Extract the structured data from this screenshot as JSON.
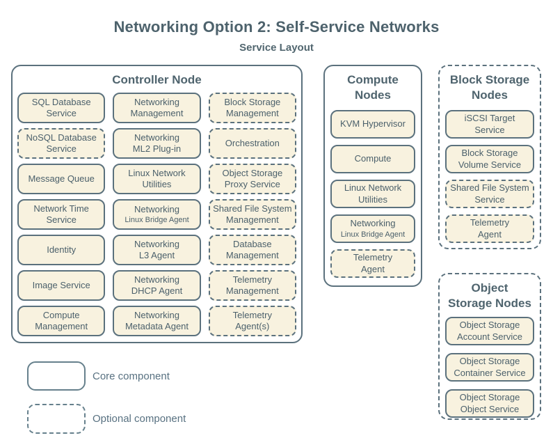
{
  "title": "Networking Option 2: Self-Service Networks",
  "subtitle": "Service Layout",
  "colors": {
    "background": "#ffffff",
    "box_fill": "#f8f2df",
    "line": "#5b717d",
    "text": "#4b606b",
    "heading": "#4f646e"
  },
  "legend": {
    "core_label": "Core component",
    "optional_label": "Optional component"
  },
  "controller": {
    "title": "Controller Node",
    "services": [
      {
        "label": "SQL Database\nService",
        "type": "core"
      },
      {
        "label": "Networking\nManagement",
        "type": "core"
      },
      {
        "label": "Block Storage\nManagement",
        "type": "optional"
      },
      {
        "label": "NoSQL Database\nService",
        "type": "optional"
      },
      {
        "label": "Networking\nML2 Plug-in",
        "type": "core"
      },
      {
        "label": "Orchestration",
        "type": "optional"
      },
      {
        "label": "Message Queue",
        "type": "core"
      },
      {
        "label": "Linux Network\nUtilities",
        "type": "core"
      },
      {
        "label": "Object Storage\nProxy Service",
        "type": "optional"
      },
      {
        "label": "Network Time\nService",
        "type": "core"
      },
      {
        "label": "Networking",
        "sublabel": "Linux Bridge Agent",
        "type": "core"
      },
      {
        "label": "Shared File System\nManagement",
        "type": "optional"
      },
      {
        "label": "Identity",
        "type": "core"
      },
      {
        "label": "Networking\nL3 Agent",
        "type": "core"
      },
      {
        "label": "Database\nManagement",
        "type": "optional"
      },
      {
        "label": "Image Service",
        "type": "core"
      },
      {
        "label": "Networking\nDHCP Agent",
        "type": "core"
      },
      {
        "label": "Telemetry\nManagement",
        "type": "optional"
      },
      {
        "label": "Compute\nManagement",
        "type": "core"
      },
      {
        "label": "Networking\nMetadata Agent",
        "type": "core"
      },
      {
        "label": "Telemetry\nAgent(s)",
        "type": "optional"
      }
    ]
  },
  "compute": {
    "title": "Compute\nNodes",
    "services": [
      {
        "label": "KVM Hypervisor",
        "type": "core"
      },
      {
        "label": "Compute",
        "type": "core"
      },
      {
        "label": "Linux Network\nUtilities",
        "type": "core"
      },
      {
        "label": "Networking",
        "sublabel": "Linux Bridge Agent",
        "type": "core"
      },
      {
        "label": "Telemetry\nAgent",
        "type": "optional"
      }
    ]
  },
  "block_storage": {
    "title": "Block Storage\nNodes",
    "services": [
      {
        "label": "iSCSI Target\nService",
        "type": "core"
      },
      {
        "label": "Block Storage\nVolume Service",
        "type": "core"
      },
      {
        "label": "Shared File System\nService",
        "type": "optional"
      },
      {
        "label": "Telemetry\nAgent",
        "type": "optional"
      }
    ]
  },
  "object_storage": {
    "title": "Object\nStorage Nodes",
    "services": [
      {
        "label": "Object Storage\nAccount Service",
        "type": "core"
      },
      {
        "label": "Object Storage\nContainer Service",
        "type": "core"
      },
      {
        "label": "Object Storage\nObject Service",
        "type": "core"
      }
    ]
  }
}
